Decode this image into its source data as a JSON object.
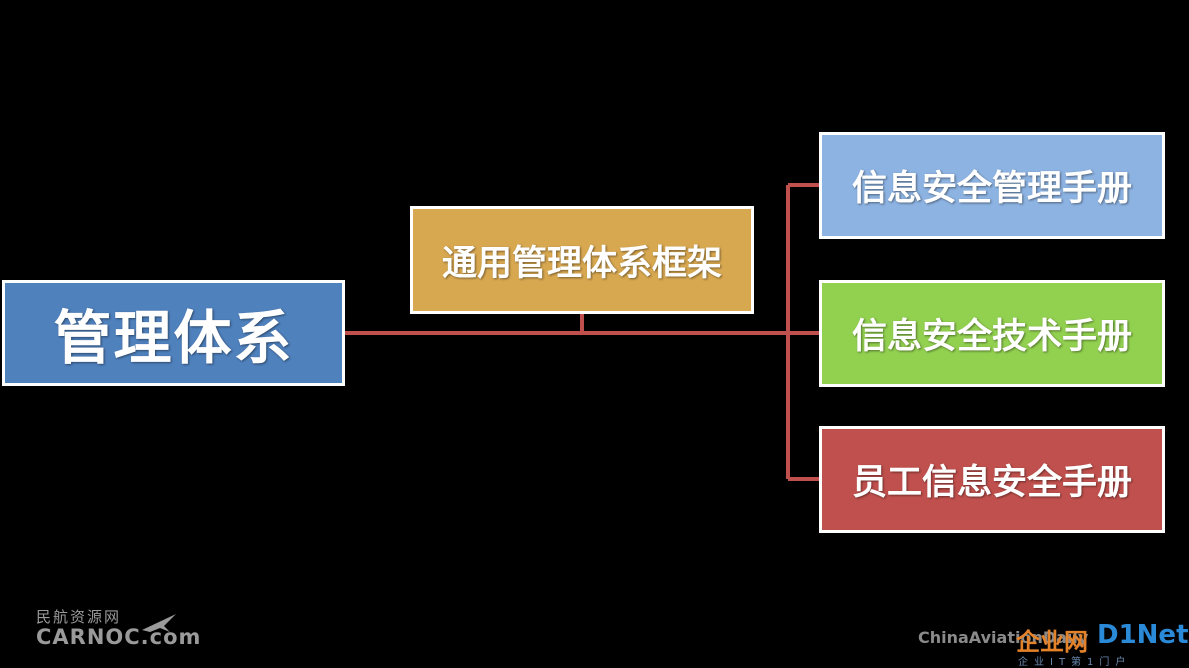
{
  "diagram": {
    "root": {
      "label": "管理体系",
      "color": "#4f81bd"
    },
    "mid": {
      "label": "通用管理体系框架",
      "color": "#d8a851"
    },
    "leaves": [
      {
        "label": "信息安全管理手册",
        "color": "#8db3e2"
      },
      {
        "label": "信息安全技术手册",
        "color": "#92d050"
      },
      {
        "label": "员工信息安全手册",
        "color": "#c0504d"
      }
    ],
    "connector_color": "#c0504d"
  },
  "watermarks": {
    "left_cn": "民航资源网",
    "left_en": "CARNOC.com",
    "right_text": "ChinaAviationDaily",
    "right_logo": "企业网",
    "right_d1": "D1Net",
    "right_sub": "企业IT第1门户"
  }
}
